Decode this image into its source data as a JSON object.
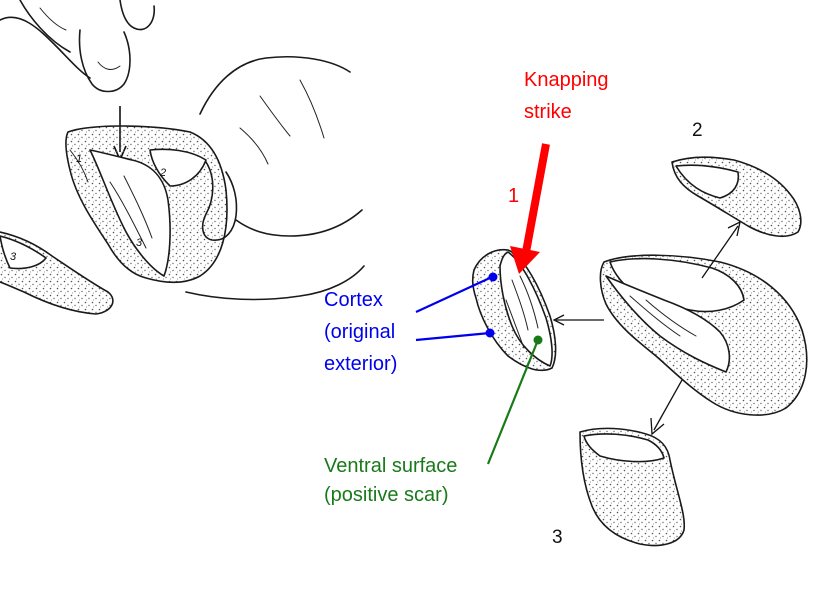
{
  "labels": {
    "strike_title_line1": "Knapping",
    "strike_title_line2": "strike",
    "strike_number": "1",
    "flake_number_2": "2",
    "flake_number_3": "3",
    "cortex_line1": "Cortex",
    "cortex_line2": "(original",
    "cortex_line3": "exterior)",
    "ventral_line1": "Ventral surface",
    "ventral_line2": "(positive scar)",
    "core_scar_1": "1",
    "core_scar_2": "2",
    "core_scar_3": "3",
    "left_flake_3": "3"
  },
  "colors": {
    "strike": "#ff0000",
    "cortex": "#0000ee",
    "ventral": "#1a7a1a",
    "ink": "#1a1a1a",
    "stipple": "#555555"
  }
}
